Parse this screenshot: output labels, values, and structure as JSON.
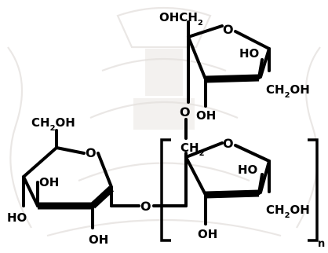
{
  "labels": {
    "top_ohch2": "OHCH",
    "top_ohch2_sub": "2",
    "top_ring_o": "O",
    "top_ho": "HO",
    "top_ch2oh": "CH",
    "top_ch2oh_sub": "2",
    "top_ch2oh_end": "OH",
    "top_oh": "OH",
    "link_o_upper": "O",
    "glc_ch2oh": "CH",
    "glc_ch2oh_sub": "2",
    "glc_ch2oh_end": "OH",
    "glc_ring_o": "O",
    "glc_oh": "OH",
    "glc_ho": "HO",
    "glc_oh_bottom": "OH",
    "link_o_lower": "O",
    "mid_ch2": "CH",
    "mid_ch2_sub": "2",
    "mid_ring_o": "O",
    "mid_ho": "HO",
    "mid_ch2oh": "CH",
    "mid_ch2oh_sub": "2",
    "mid_ch2oh_end": "OH",
    "mid_oh": "OH",
    "repeat_n": "n"
  }
}
